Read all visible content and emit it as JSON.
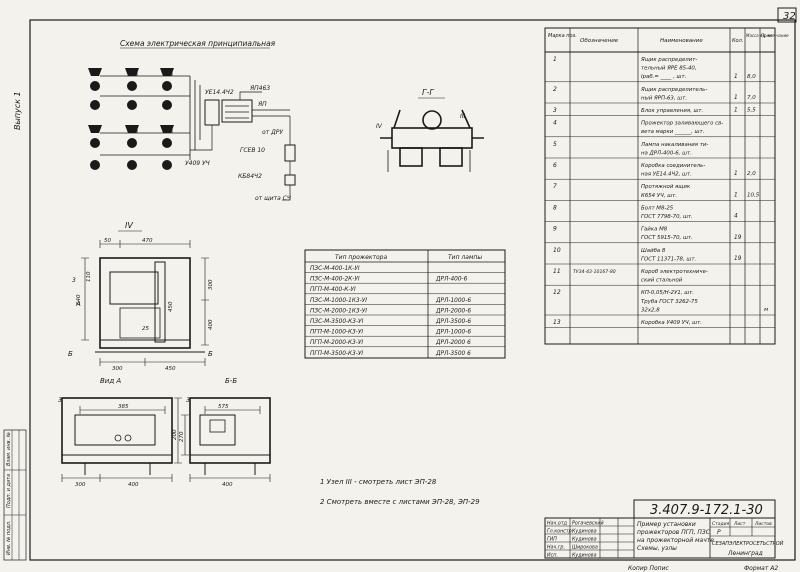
{
  "sheet_number": "32",
  "left_margin": {
    "vertical_label": "Выпуск 1",
    "inv_label": "Инв. № подл.",
    "sign_label": "Подп. и дата",
    "swap_label": "Взам. инв. №"
  },
  "scheme": {
    "title": "Схема электрическая принципиальная",
    "labels": {
      "yp": "УЕ14.4Ч2",
      "yp463": "ЯП463",
      "yp_short": "ЯП",
      "from_dru": "от ДРУ",
      "tr_link": "ГСЕВ 10",
      "cable": "КБ84Ч2",
      "box": "У409 УЧ",
      "from_panel": "от щита СЧ"
    }
  },
  "section_gg": {
    "title": "Г-Г",
    "roman3": "III",
    "roman4": "IV"
  },
  "view_front": {
    "title": "IV",
    "a_label": "А",
    "b_label": "Б",
    "c_label": "3",
    "dims": {
      "top1": "50",
      "top2": "470",
      "left": "640",
      "left2": "110",
      "right_top": "300",
      "inner": "450",
      "right": "400",
      "bottom1": "300",
      "bottom2": "450",
      "mid": "25"
    }
  },
  "spot_table": {
    "headers": [
      "Тип прожектора",
      "Тип лампы"
    ],
    "rows": [
      [
        "ПЗС-М-400-1К-УI",
        ""
      ],
      [
        "ПЗС-М-400-2К-УI",
        "ДРЛ-400-6"
      ],
      [
        "ПГП-М-400-К-УI",
        ""
      ],
      [
        "ПЗС-М-1000-1К3-УI",
        "ДРЛ-1000-6"
      ],
      [
        "ПЗС-М-2000-1К3-УI",
        "ДРЛ-2000-6"
      ],
      [
        "ПЗС-М-3500-К3-УI",
        "ДРЛ-3500-6"
      ],
      [
        "ПГП-М-1000-К3-УI",
        "ДРЛ-1000-6"
      ],
      [
        "ПГП-М-2000-К3-УI",
        "ДРЛ-2000 6"
      ],
      [
        "ПГП-М-3500-К3-УI",
        "ДРЛ-3500 6"
      ]
    ]
  },
  "view_a": {
    "title": "Вид А",
    "c_label": "3",
    "dims": {
      "top": "385",
      "bottom1": "300",
      "bottom2": "400",
      "right": "200"
    }
  },
  "view_b": {
    "title": "Б-Б",
    "c_label": "3",
    "dims": {
      "top": "575",
      "left": "270",
      "bottom": "400"
    }
  },
  "notes": [
    "1  Узел III - смотреть лист ЭП-28",
    "2  Смотреть вместе с листами ЭП-28, ЭП-29"
  ],
  "spec": {
    "headers": [
      "Марка поз.",
      "Обозначение",
      "Наименование",
      "Кол.",
      "Масса ед. кг",
      "Приме-чание"
    ],
    "rows": [
      {
        "pos": "1",
        "code": "",
        "name": [
          "Ящик распределит-",
          "тельный ЯРЕ 85-40,",
          "Iраб.= ____ , шт."
        ],
        "qty": "1",
        "mass": "8,0",
        "note": ""
      },
      {
        "pos": "2",
        "code": "",
        "name": [
          "Ящик распределитель-",
          "ный ЯРП-63, шт."
        ],
        "qty": "1",
        "mass": "7,0",
        "note": ""
      },
      {
        "pos": "3",
        "code": "",
        "name": [
          "Блок управления, шт."
        ],
        "qty": "1",
        "mass": "5,5",
        "note": ""
      },
      {
        "pos": "4",
        "code": "",
        "name": [
          "Прожектор заливающего св-",
          "вета марки ______, шт."
        ],
        "qty": "",
        "mass": "",
        "note": ""
      },
      {
        "pos": "5",
        "code": "",
        "name": [
          "Лампа накаливания ти-",
          "на ДРЛ-400-6, шт."
        ],
        "qty": "",
        "mass": "",
        "note": ""
      },
      {
        "pos": "6",
        "code": "",
        "name": [
          "Коробка соединитель-",
          "ная УЕ14.4Ч2, шт."
        ],
        "qty": "1",
        "mass": "2,0",
        "note": ""
      },
      {
        "pos": "7",
        "code": "",
        "name": [
          "Протяжной ящик",
          "К654 УЧ, шт."
        ],
        "qty": "1",
        "mass": "10,5",
        "note": ""
      },
      {
        "pos": "8",
        "code": "",
        "name": [
          "Болт М8-25",
          "ГОСТ 7798-70, шт."
        ],
        "qty": "4",
        "mass": "",
        "note": ""
      },
      {
        "pos": "9",
        "code": "",
        "name": [
          "Гайка М8",
          "ГОСТ 5915-70, шт."
        ],
        "qty": "19",
        "mass": "",
        "note": ""
      },
      {
        "pos": "10",
        "code": "",
        "name": [
          "Шайба 8",
          "ГОСТ 11371-78, шт."
        ],
        "qty": "19",
        "mass": "",
        "note": ""
      },
      {
        "pos": "11",
        "code": "ТУ34-43-10167-80",
        "name": [
          "Короб электротехниче-",
          "ский стальной"
        ],
        "qty": "",
        "mass": "",
        "note": ""
      },
      {
        "pos": "12",
        "code": "",
        "name": [
          "КП-0,05/Н-2У1, шт.",
          "Труба ГОСТ 3262-75",
          "32x2,8"
        ],
        "qty": "",
        "mass": "",
        "note": "м"
      },
      {
        "pos": "13",
        "code": "",
        "name": [
          "Коробка У409 УЧ, шт."
        ],
        "qty": "",
        "mass": "",
        "note": ""
      }
    ]
  },
  "title_block": {
    "doc_code": "3.407.9-172.1-30",
    "title_lines": [
      "Пример установки",
      "прожекторов ПГП, ПЗС",
      "на прожекторной мачте",
      "Схемы, узлы"
    ],
    "stage_head": "Стадия",
    "sheet_head": "Лист",
    "sheets_head": "Листов",
    "stage": "Р",
    "org": "СЕЗАПЭЛЕКТРОСЕТЬСТРОЙ",
    "city": "Ленинград",
    "roles": [
      "Нач.отд",
      "Гл.констр.",
      "ГИП",
      "Нач.гр.",
      "Исп."
    ],
    "names": [
      "Рогачевский",
      "Кудинова",
      "Кудинова",
      "Широкова",
      "Кудинова"
    ]
  },
  "footer": {
    "copied": "Копир Попис",
    "format": "Формат А2"
  }
}
